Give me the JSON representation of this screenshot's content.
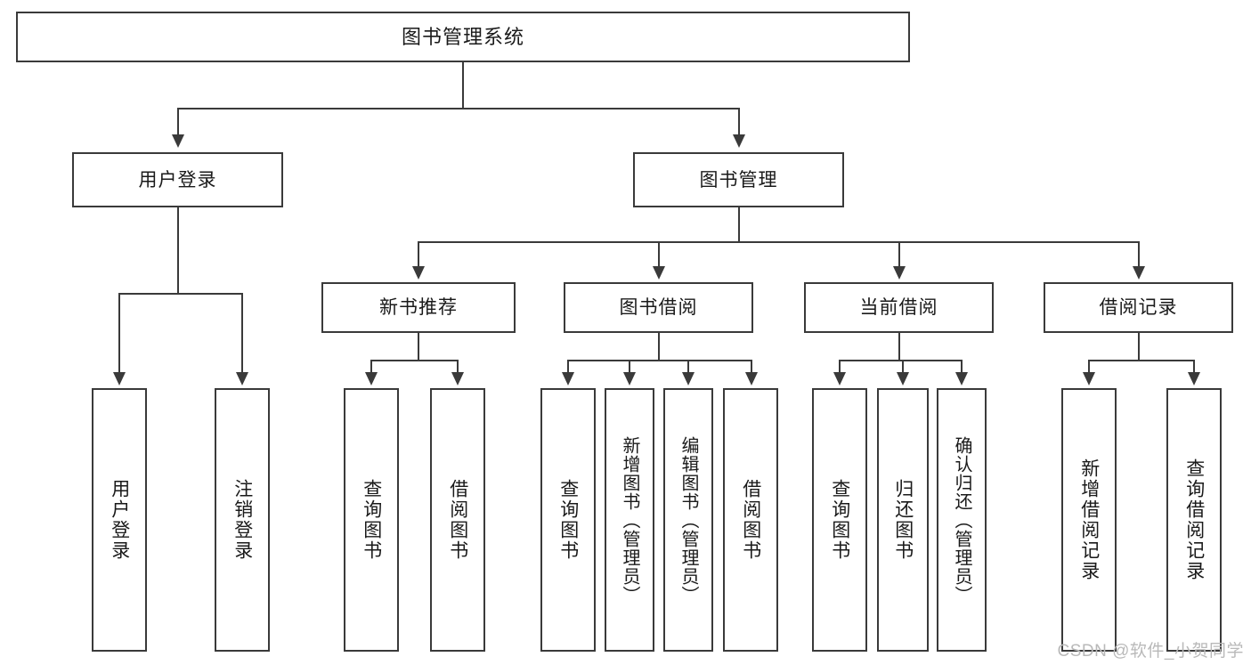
{
  "diagram": {
    "type": "tree-hierarchy-chart",
    "title": "图书管理系统",
    "colors": {
      "stroke": "#3a3a3a",
      "fill": "#ffffff",
      "text": "#1a1a1a",
      "watermark": "#b9b9b9"
    },
    "root": {
      "label": "图书管理系统"
    },
    "level2": [
      {
        "id": "user-login",
        "label": "用户登录"
      },
      {
        "id": "book-manage",
        "label": "图书管理"
      }
    ],
    "level3": [
      {
        "id": "new-book-recommend",
        "label": "新书推荐",
        "parent": "book-manage"
      },
      {
        "id": "book-borrow",
        "label": "图书借阅",
        "parent": "book-manage"
      },
      {
        "id": "current-borrow",
        "label": "当前借阅",
        "parent": "book-manage"
      },
      {
        "id": "borrow-record",
        "label": "借阅记录",
        "parent": "book-manage"
      }
    ],
    "leaves": {
      "user-login": [
        {
          "id": "leaf-user-login",
          "label": "用户登录"
        },
        {
          "id": "leaf-user-logout",
          "label": "注销登录"
        }
      ],
      "new-book-recommend": [
        {
          "id": "leaf-query-book-1",
          "label": "查询图书"
        },
        {
          "id": "leaf-borrow-book-1",
          "label": "借阅图书"
        }
      ],
      "book-borrow": [
        {
          "id": "leaf-query-book-2",
          "label": "查询图书"
        },
        {
          "id": "leaf-add-book",
          "label": "新增图书（管理员）"
        },
        {
          "id": "leaf-edit-book",
          "label": "编辑图书（管理员）"
        },
        {
          "id": "leaf-borrow-book-2",
          "label": "借阅图书"
        }
      ],
      "current-borrow": [
        {
          "id": "leaf-query-book-3",
          "label": "查询图书"
        },
        {
          "id": "leaf-return-book",
          "label": "归还图书"
        },
        {
          "id": "leaf-confirm-return",
          "label": "确认归还（管理员）"
        }
      ],
      "borrow-record": [
        {
          "id": "leaf-add-record",
          "label": "新增借阅记录"
        },
        {
          "id": "leaf-query-record",
          "label": "查询借阅记录"
        }
      ]
    }
  },
  "watermark": {
    "text": "CSDN @软件_小贺同学"
  }
}
